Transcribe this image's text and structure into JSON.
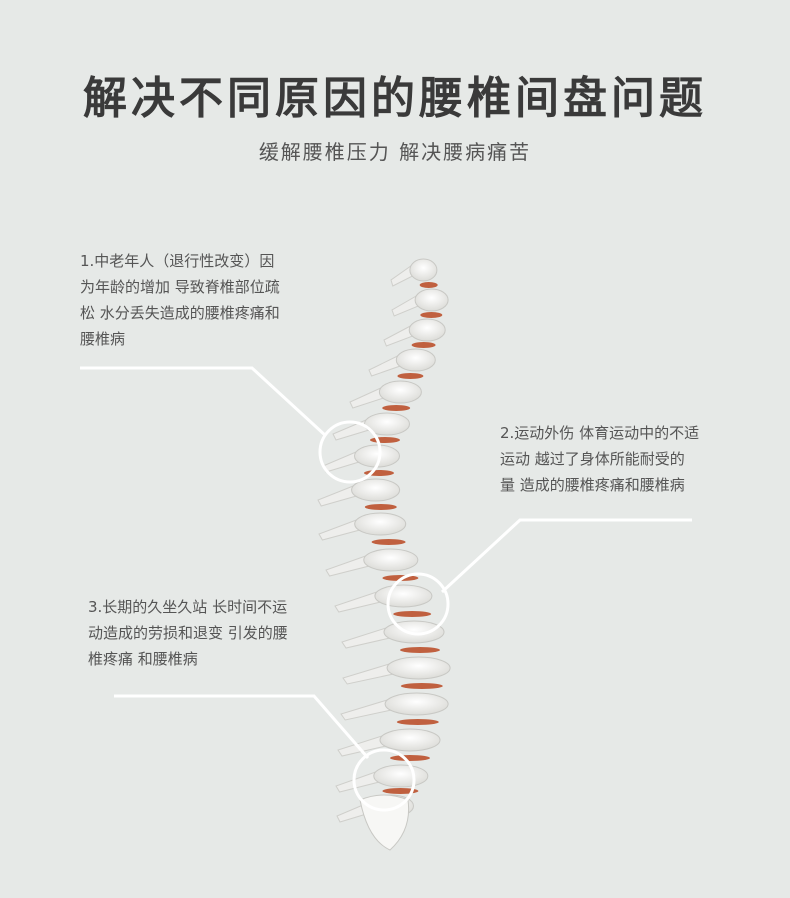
{
  "header": {
    "title": "解决不同原因的腰椎间盘问题",
    "subtitle": "缓解腰椎压力 解决腰病痛苦"
  },
  "notes": [
    {
      "text": "1.中老年人（退行性改变）因\n为年龄的增加 导致脊椎部位疏\n松 水分丢失造成的腰椎疼痛和\n腰椎病"
    },
    {
      "text": "2.运动外伤 体育运动中的不适\n运动  越过了身体所能耐受的\n量 造成的腰椎疼痛和腰椎病"
    },
    {
      "text": "3.长期的久坐久站 长时间不运\n动造成的劳损和退变 引发的腰\n椎疼痛 和腰椎病"
    }
  ],
  "colors": {
    "background": "#e6e9e7",
    "bone": "#f7f7f5",
    "disc": "#c0603f",
    "callout_line": "#ffffff"
  },
  "icons": {
    "spine": "spine-illustration",
    "markers": "circle-marker"
  }
}
